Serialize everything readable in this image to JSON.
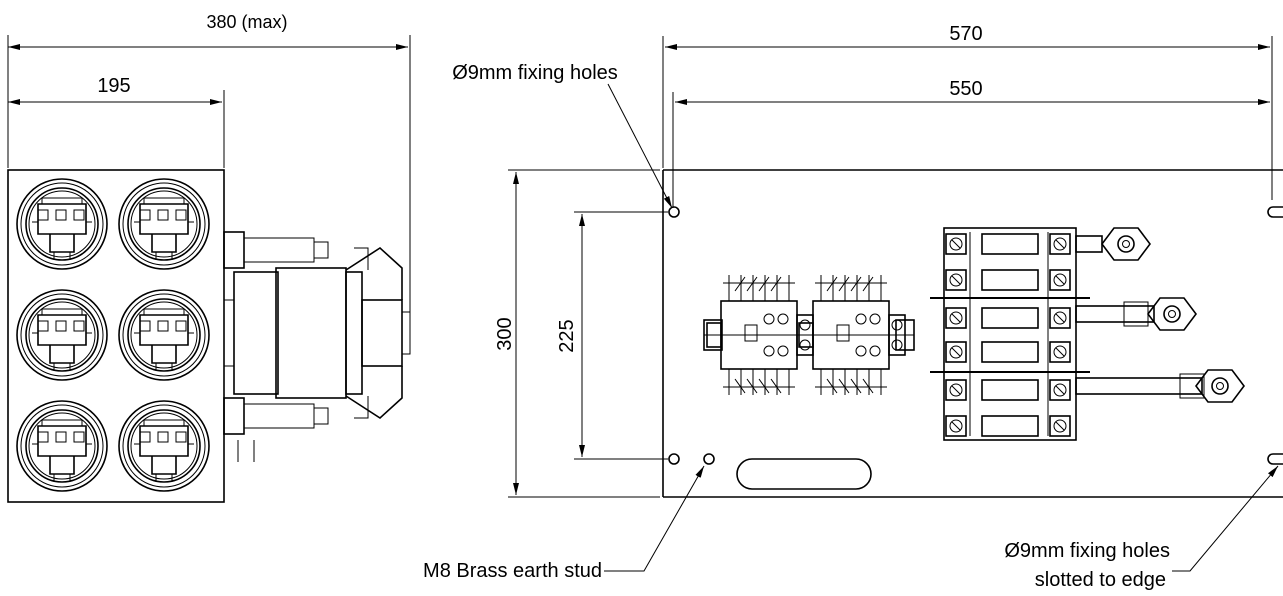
{
  "dimensions": {
    "left_overall_width": "380 (max)",
    "left_body_width": "195",
    "right_overall_width": "570",
    "right_hole_spacing": "550",
    "height": "300",
    "hole_vertical_spacing": "225"
  },
  "labels": {
    "fixing_holes_top": "Ø9mm fixing holes",
    "earth_stud": "M8 Brass earth stud",
    "fixing_holes_slotted_line1": "Ø9mm fixing holes",
    "fixing_holes_slotted_line2": "slotted to edge"
  }
}
